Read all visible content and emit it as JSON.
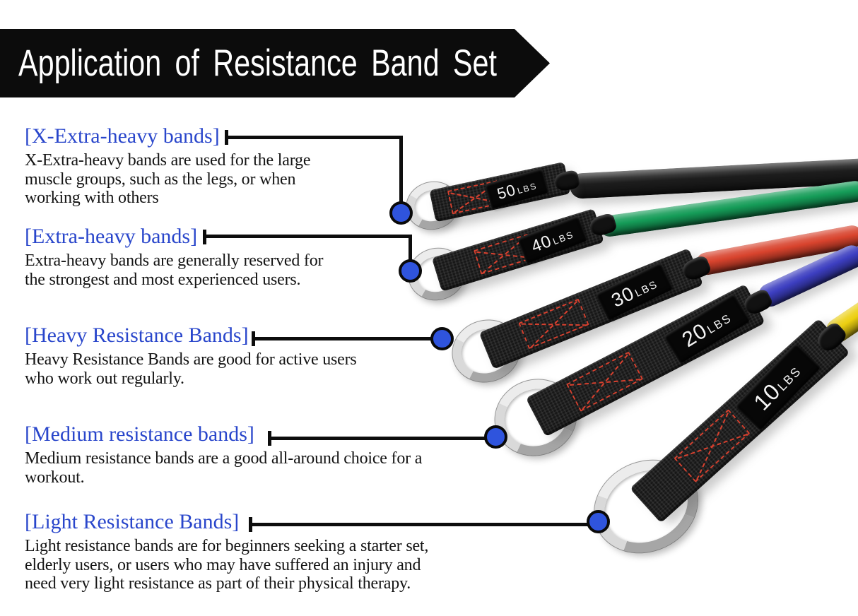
{
  "title": {
    "text": "Application of Resistance Band Set"
  },
  "sections": [
    {
      "id": "x-extra-heavy",
      "label": "[X-Extra-heavy bands]",
      "lines": [
        "X-Extra-heavy bands are used for the large",
        "muscle groups, such as the legs, or when",
        "working with others"
      ]
    },
    {
      "id": "extra-heavy",
      "label": "[Extra-heavy bands]",
      "lines": [
        "Extra-heavy bands are generally reserved for",
        "the strongest and most experienced users."
      ]
    },
    {
      "id": "heavy",
      "label": "[Heavy Resistance Bands]",
      "lines": [
        "Heavy Resistance Bands are good for active users",
        "who work out regularly."
      ]
    },
    {
      "id": "medium",
      "label": "[Medium resistance bands]",
      "lines": [
        "Medium resistance bands are a good all-around choice for a",
        "workout."
      ]
    },
    {
      "id": "light",
      "label": "[Light Resistance Bands]",
      "lines": [
        "Light resistance bands are for beginners seeking a starter set,",
        "elderly users, or users who may have suffered an injury and",
        "need very light resistance as part of their physical therapy."
      ]
    }
  ],
  "bands": [
    {
      "name": "x-extra-heavy-band",
      "weight": "50",
      "unit": "LBS",
      "tube_color": "#1d1d1d"
    },
    {
      "name": "extra-heavy-band",
      "weight": "40",
      "unit": "LBS",
      "tube_color": "#159c58"
    },
    {
      "name": "heavy-band",
      "weight": "30",
      "unit": "LBS",
      "tube_color": "#d8432d"
    },
    {
      "name": "medium-band",
      "weight": "20",
      "unit": "LBS",
      "tube_color": "#3c3ec0"
    },
    {
      "name": "light-band",
      "weight": "10",
      "unit": "LBS",
      "tube_color": "#eccf10"
    }
  ],
  "colors": {
    "background": "#ffffff",
    "banner_black": "#0c0c0c",
    "label_blue": "#2946cb",
    "callout_dot_blue": "#2f54dd",
    "connector_black": "#0d0d0d",
    "stitch_red": "#d8402e",
    "strap_black": "#161616",
    "ring_silver": "#c0c0c0"
  }
}
